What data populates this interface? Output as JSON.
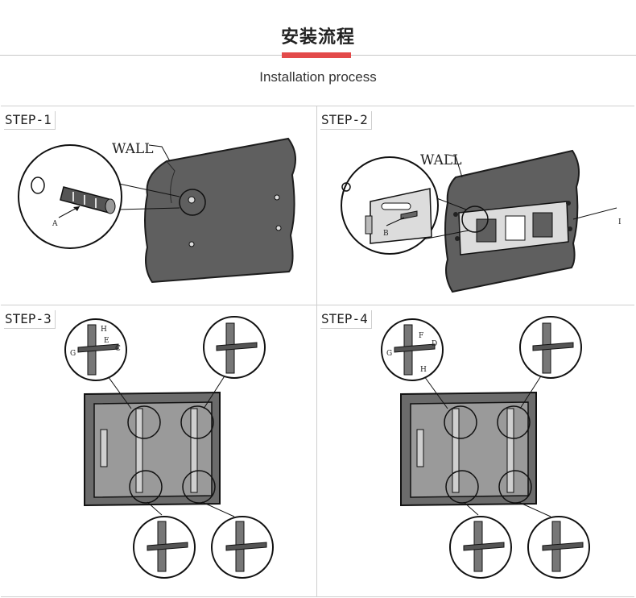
{
  "header": {
    "title": "安装流程",
    "subtitle": "Installation process",
    "accent_color": "#e34a4a"
  },
  "colors": {
    "wall_fill": "#5f5f5f",
    "frame_fill": "#6b6b6b",
    "inner_fill": "#9a9a9a",
    "stroke": "#1c1c1c"
  },
  "steps": [
    {
      "label": "STEP-1",
      "wall_label": "WALL",
      "callouts": [
        "A"
      ]
    },
    {
      "label": "STEP-2",
      "wall_label": "WALL",
      "callouts": [
        "B",
        "I"
      ]
    },
    {
      "label": "STEP-3",
      "callouts": [
        "H",
        "G",
        "E",
        "C"
      ]
    },
    {
      "label": "STEP-4",
      "callouts": [
        "H",
        "G",
        "F",
        "D"
      ]
    }
  ]
}
